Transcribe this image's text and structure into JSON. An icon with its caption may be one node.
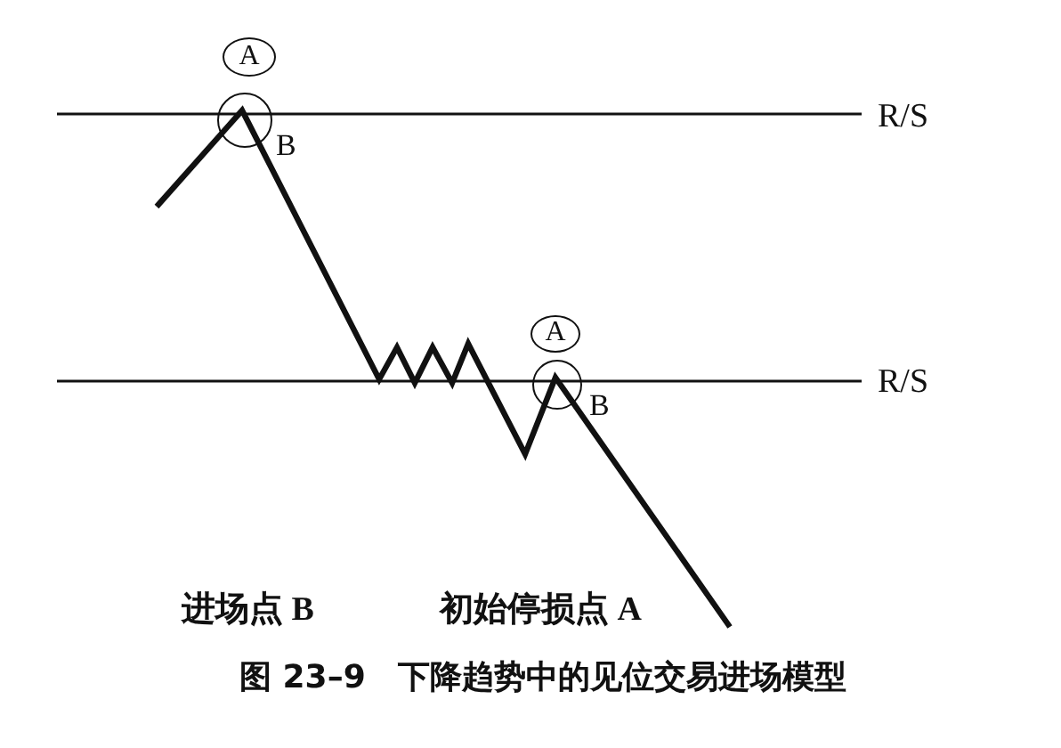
{
  "diagram": {
    "caption": "图 23–9　下降趋势中的见位交易进场模型",
    "nodes": [
      {
        "text": [
          "A"
        ]
      },
      {
        "text": [],
        "shape": "circle",
        "beside": [
          "B"
        ]
      },
      {
        "text": [
          "A"
        ]
      },
      {
        "text": [],
        "shape": "circle",
        "beside": [
          "B"
        ]
      }
    ],
    "labels": [
      "R/S",
      "R/S",
      "进场点 B",
      "初始停损点 A"
    ]
  }
}
